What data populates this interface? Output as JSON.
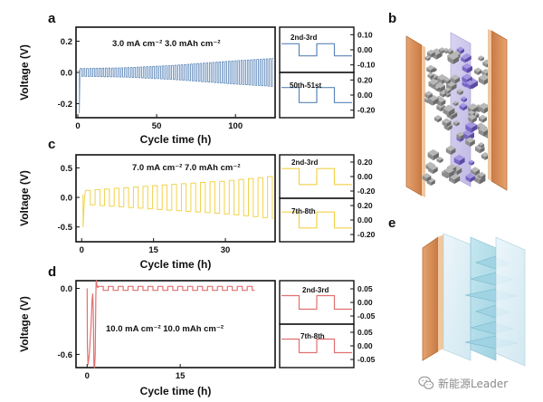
{
  "panel_labels": {
    "a": "a",
    "b": "b",
    "c": "c",
    "d": "d",
    "e": "e"
  },
  "colors": {
    "blue": "#5b86b8",
    "yellow": "#f2d24a",
    "red": "#e07070",
    "frame": "#111111",
    "copper": "#d9915b",
    "copper_edge": "#b8713f",
    "gray_particle": "#8e8e8e",
    "purple": "#7a66c8",
    "separator": "#c7c2e8",
    "teal": "#9fd3e3",
    "glass": "#d9ecf4"
  },
  "watermark": {
    "icon": "wechat-icon",
    "text": "新能源Leader"
  },
  "chart_data": [
    {
      "id": "a-main",
      "type": "line",
      "color": "#5b86b8",
      "annotation": "3.0 mA cm⁻²  3.0 mAh cm⁻²",
      "xlabel": "Cycle time (h)",
      "ylabel": "Voltage (V)",
      "xlim": [
        0,
        124
      ],
      "ylim": [
        -0.29,
        0.29
      ],
      "xticks": [
        0,
        50,
        100
      ],
      "yticks": [
        -0.2,
        0.0,
        0.2
      ],
      "ytick_labels": [
        "-0.2",
        "0.0",
        "0.2"
      ],
      "series": [
        {
          "kind": "spike",
          "x": 1.0,
          "low": -0.26,
          "high": 0.015
        },
        {
          "kind": "square",
          "start": 1.5,
          "end": 124,
          "period": 2.0,
          "amp_x": [
            1.5,
            30,
            60,
            100,
            124
          ],
          "amp_y": [
            0.025,
            0.03,
            0.045,
            0.075,
            0.09
          ]
        }
      ]
    },
    {
      "id": "a-inset1",
      "type": "line",
      "color": "#5b86b8",
      "label": "2nd-3rd",
      "ylim": [
        -0.15,
        0.15
      ],
      "yticks": [
        -0.1,
        0.0,
        0.1
      ],
      "ytick_labels": [
        "-0.10",
        "0.00",
        "0.10"
      ],
      "series": [
        {
          "kind": "square",
          "start": 0,
          "end": 4,
          "period": 2,
          "amp": 0.04,
          "phase": 1
        }
      ]
    },
    {
      "id": "a-inset2",
      "type": "line",
      "color": "#5b86b8",
      "label": "50th-51st",
      "ylim": [
        -0.3,
        0.3
      ],
      "yticks": [
        -0.2,
        0.0,
        0.2
      ],
      "ytick_labels": [
        "-0.20",
        "0.00",
        "0.20"
      ],
      "series": [
        {
          "kind": "square",
          "start": 0,
          "end": 4,
          "period": 2,
          "amp": 0.1,
          "phase": 1
        }
      ]
    },
    {
      "id": "c-main",
      "type": "line",
      "color": "#f2d24a",
      "annotation": "7.0 mA cm⁻²  7.0 mAh cm⁻²",
      "xlabel": "Cycle time (h)",
      "ylabel": "Voltage (V)",
      "xlim": [
        -0.8,
        40
      ],
      "ylim": [
        -0.75,
        0.72
      ],
      "xticks": [
        0,
        15,
        30
      ],
      "yticks": [
        -0.5,
        0.0,
        0.5
      ],
      "ytick_labels": [
        "-0.5",
        "0.0",
        "0.5"
      ],
      "series": [
        {
          "kind": "spike",
          "x": 0.3,
          "low": -0.5,
          "high": 0.05
        },
        {
          "kind": "square",
          "start": 0.8,
          "end": 40,
          "period": 2.0,
          "amp_x": [
            0.8,
            15,
            30,
            40
          ],
          "amp_y": [
            0.12,
            0.2,
            0.28,
            0.36
          ]
        }
      ]
    },
    {
      "id": "c-inset1",
      "type": "line",
      "color": "#f2d24a",
      "label": "2nd-3rd",
      "ylim": [
        -0.3,
        0.3
      ],
      "yticks": [
        -0.2,
        0.0,
        0.2
      ],
      "ytick_labels": [
        "-0.20",
        "0.00",
        "0.20"
      ],
      "series": [
        {
          "kind": "square",
          "start": 0,
          "end": 4,
          "period": 2,
          "amp": 0.11,
          "phase": 1
        }
      ]
    },
    {
      "id": "c-inset2",
      "type": "line",
      "color": "#f2d24a",
      "label": "7th-8th",
      "ylim": [
        -0.3,
        0.3
      ],
      "yticks": [
        -0.2,
        0.0,
        0.2
      ],
      "ytick_labels": [
        "-0.20",
        "0.00",
        "0.20"
      ],
      "series": [
        {
          "kind": "square",
          "start": 0,
          "end": 4,
          "period": 2,
          "amp": 0.11,
          "phase": 1
        }
      ]
    },
    {
      "id": "d-main",
      "type": "line",
      "color": "#e07070",
      "annotation": "10.0 mA cm⁻²  10.0 mAh cm⁻²",
      "xlabel": "Cycle time (h)",
      "ylabel": "Voltage (V)",
      "xlim": [
        -1.5,
        30
      ],
      "ylim": [
        -0.72,
        0.07
      ],
      "xticks": [
        0,
        15
      ],
      "yticks": [
        -0.6,
        0.0
      ],
      "ytick_labels": [
        "-0.6",
        "0.0"
      ],
      "series": [
        {
          "kind": "points",
          "x": [
            0.0,
            0.05,
            0.15,
            0.35,
            0.6,
            0.8,
            0.9,
            1.0,
            1.1,
            1.2,
            1.3,
            1.4,
            1.45,
            1.5,
            1.55,
            1.6,
            1.65,
            1.7,
            1.8
          ],
          "y": [
            0.0,
            -0.55,
            -0.69,
            -0.6,
            -0.37,
            -0.1,
            -0.05,
            -0.22,
            -0.7,
            -0.72,
            -0.6,
            -0.08,
            0.06,
            0.07,
            0.04,
            0.02,
            0.01,
            0.01,
            0.01
          ]
        },
        {
          "kind": "square",
          "start": 1.8,
          "end": 27,
          "period": 1.6,
          "amp": 0.018
        }
      ]
    },
    {
      "id": "d-inset1",
      "type": "line",
      "color": "#e07070",
      "label": "2nd-3rd",
      "ylim": [
        -0.08,
        0.08
      ],
      "yticks": [
        -0.05,
        0.0,
        0.05
      ],
      "ytick_labels": [
        "-0.05",
        "0.00",
        "0.05"
      ],
      "series": [
        {
          "kind": "square",
          "start": 0,
          "end": 4,
          "period": 2,
          "amp": 0.025,
          "phase": 1
        }
      ]
    },
    {
      "id": "d-inset2",
      "type": "line",
      "color": "#e07070",
      "label": "7th-8th",
      "ylim": [
        -0.08,
        0.08
      ],
      "yticks": [
        -0.05,
        0.0,
        0.05
      ],
      "ytick_labels": [
        "-0.05",
        "0.00",
        "0.05"
      ],
      "series": [
        {
          "kind": "square",
          "start": 0,
          "end": 4,
          "period": 2,
          "amp": 0.025,
          "phase": 1
        }
      ]
    }
  ]
}
